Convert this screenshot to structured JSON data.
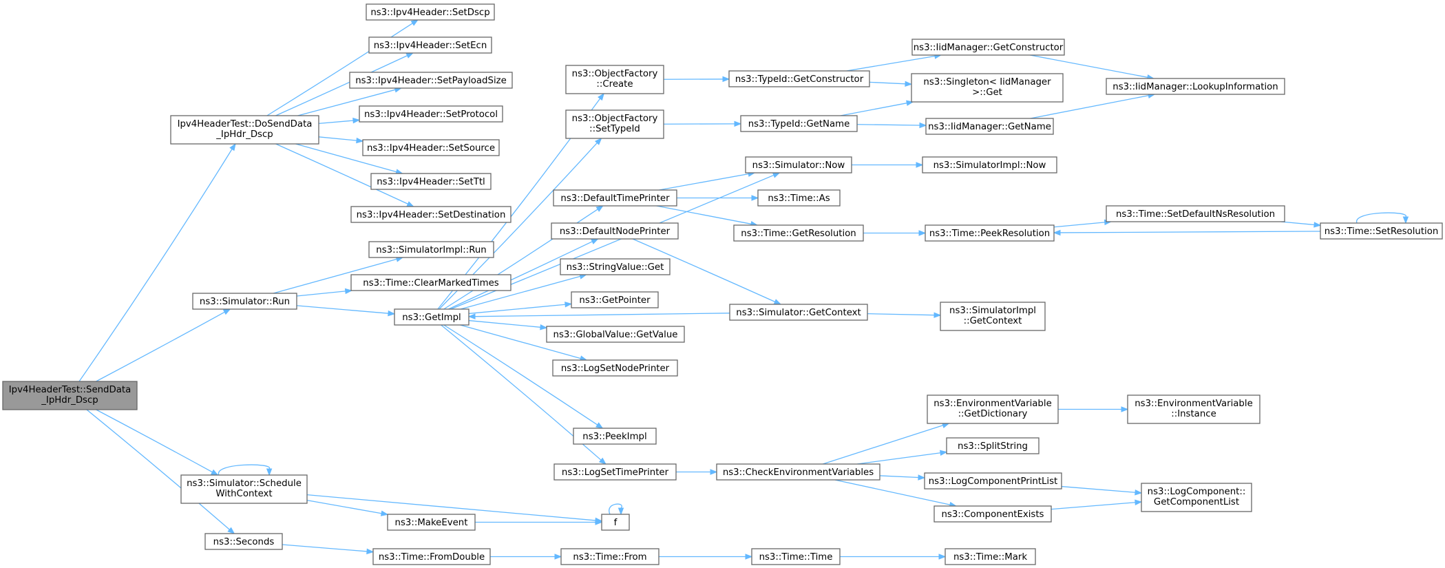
{
  "graph": {
    "nodes": [
      {
        "id": "root",
        "label": [
          "Ipv4HeaderTest::SendData",
          "_IpHdr_Dscp"
        ],
        "root": true
      },
      {
        "id": "doSend",
        "label": [
          "Ipv4HeaderTest::DoSendData",
          "_IpHdr_Dscp"
        ]
      },
      {
        "id": "setDscp",
        "label": [
          "ns3::Ipv4Header::SetDscp"
        ]
      },
      {
        "id": "setEcn",
        "label": [
          "ns3::Ipv4Header::SetEcn"
        ]
      },
      {
        "id": "setPayload",
        "label": [
          "ns3::Ipv4Header::SetPayloadSize"
        ]
      },
      {
        "id": "setProtocol",
        "label": [
          "ns3::Ipv4Header::SetProtocol"
        ]
      },
      {
        "id": "setSource",
        "label": [
          "ns3::Ipv4Header::SetSource"
        ]
      },
      {
        "id": "setTtl",
        "label": [
          "ns3::Ipv4Header::SetTtl"
        ]
      },
      {
        "id": "setDest",
        "label": [
          "ns3::Ipv4Header::SetDestination"
        ]
      },
      {
        "id": "simRun",
        "label": [
          "ns3::Simulator::Run"
        ]
      },
      {
        "id": "implRun",
        "label": [
          "ns3::SimulatorImpl::Run"
        ]
      },
      {
        "id": "clearMarked",
        "label": [
          "ns3::Time::ClearMarkedTimes"
        ]
      },
      {
        "id": "getImpl",
        "label": [
          "ns3::GetImpl"
        ]
      },
      {
        "id": "schedule",
        "label": [
          "ns3::Simulator::Schedule",
          "WithContext"
        ]
      },
      {
        "id": "seconds",
        "label": [
          "ns3::Seconds"
        ]
      },
      {
        "id": "ofCreate",
        "label": [
          "ns3::ObjectFactory",
          "::Create"
        ]
      },
      {
        "id": "ofSetType",
        "label": [
          "ns3::ObjectFactory",
          "::SetTypeId"
        ]
      },
      {
        "id": "defTime",
        "label": [
          "ns3::DefaultTimePrinter"
        ]
      },
      {
        "id": "defNode",
        "label": [
          "ns3::DefaultNodePrinter"
        ]
      },
      {
        "id": "strGet",
        "label": [
          "ns3::StringValue::Get"
        ]
      },
      {
        "id": "getPtr",
        "label": [
          "ns3::GetPointer"
        ]
      },
      {
        "id": "gvGet",
        "label": [
          "ns3::GlobalValue::GetValue"
        ]
      },
      {
        "id": "logNode",
        "label": [
          "ns3::LogSetNodePrinter"
        ]
      },
      {
        "id": "peekImpl",
        "label": [
          "ns3::PeekImpl"
        ]
      },
      {
        "id": "logTime",
        "label": [
          "ns3::LogSetTimePrinter"
        ]
      },
      {
        "id": "makeEvent",
        "label": [
          "ns3::MakeEvent"
        ]
      },
      {
        "id": "f",
        "label": [
          "f"
        ]
      },
      {
        "id": "fromDouble",
        "label": [
          "ns3::Time::FromDouble"
        ]
      },
      {
        "id": "timeFrom",
        "label": [
          "ns3::Time::From"
        ]
      },
      {
        "id": "timeTime",
        "label": [
          "ns3::Time::Time"
        ]
      },
      {
        "id": "timeMark",
        "label": [
          "ns3::Time::Mark"
        ]
      },
      {
        "id": "tidGetCons",
        "label": [
          "ns3::TypeId::GetConstructor"
        ]
      },
      {
        "id": "tidGetName",
        "label": [
          "ns3::TypeId::GetName"
        ]
      },
      {
        "id": "iidGetCons",
        "label": [
          "ns3::IidManager::GetConstructor"
        ]
      },
      {
        "id": "singleton",
        "label": [
          "ns3::Singleton< IidManager",
          ">::Get"
        ]
      },
      {
        "id": "iidGetName",
        "label": [
          "ns3::IidManager::GetName"
        ]
      },
      {
        "id": "iidLookup",
        "label": [
          "ns3::IidManager::LookupInformation"
        ]
      },
      {
        "id": "simNow",
        "label": [
          "ns3::Simulator::Now"
        ]
      },
      {
        "id": "implNow",
        "label": [
          "ns3::SimulatorImpl::Now"
        ]
      },
      {
        "id": "timeAs",
        "label": [
          "ns3::Time::As"
        ]
      },
      {
        "id": "getRes",
        "label": [
          "ns3::Time::GetResolution"
        ]
      },
      {
        "id": "peekRes",
        "label": [
          "ns3::Time::PeekResolution"
        ]
      },
      {
        "id": "setDefRes",
        "label": [
          "ns3::Time::SetDefaultNsResolution"
        ]
      },
      {
        "id": "setRes",
        "label": [
          "ns3::Time::SetResolution"
        ]
      },
      {
        "id": "simGetCtx",
        "label": [
          "ns3::Simulator::GetContext"
        ]
      },
      {
        "id": "implGetCtx",
        "label": [
          "ns3::SimulatorImpl",
          "::GetContext"
        ]
      },
      {
        "id": "checkEnv",
        "label": [
          "ns3::CheckEnvironmentVariables"
        ]
      },
      {
        "id": "envGetDict",
        "label": [
          "ns3::EnvironmentVariable",
          "::GetDictionary"
        ]
      },
      {
        "id": "envInst",
        "label": [
          "ns3::EnvironmentVariable",
          "::Instance"
        ]
      },
      {
        "id": "splitStr",
        "label": [
          "ns3::SplitString"
        ]
      },
      {
        "id": "logCompPrint",
        "label": [
          "ns3::LogComponentPrintList"
        ]
      },
      {
        "id": "compExists",
        "label": [
          "ns3::ComponentExists"
        ]
      },
      {
        "id": "logCompList",
        "label": [
          "ns3::LogComponent::",
          "GetComponentList"
        ]
      }
    ],
    "edges": [
      [
        "root",
        "doSend"
      ],
      [
        "root",
        "simRun"
      ],
      [
        "root",
        "schedule"
      ],
      [
        "root",
        "seconds"
      ],
      [
        "doSend",
        "setDscp"
      ],
      [
        "doSend",
        "setEcn"
      ],
      [
        "doSend",
        "setPayload"
      ],
      [
        "doSend",
        "setProtocol"
      ],
      [
        "doSend",
        "setSource"
      ],
      [
        "doSend",
        "setTtl"
      ],
      [
        "doSend",
        "setDest"
      ],
      [
        "simRun",
        "implRun"
      ],
      [
        "simRun",
        "clearMarked"
      ],
      [
        "simRun",
        "getImpl"
      ],
      [
        "getImpl",
        "ofCreate"
      ],
      [
        "getImpl",
        "ofSetType"
      ],
      [
        "getImpl",
        "simNow"
      ],
      [
        "getImpl",
        "defTime"
      ],
      [
        "getImpl",
        "defNode"
      ],
      [
        "getImpl",
        "strGet"
      ],
      [
        "getImpl",
        "getPtr"
      ],
      [
        "getImpl",
        "gvGet"
      ],
      [
        "getImpl",
        "logNode"
      ],
      [
        "getImpl",
        "peekImpl"
      ],
      [
        "getImpl",
        "logTime"
      ],
      [
        "simGetCtx",
        "getImpl"
      ],
      [
        "schedule",
        "schedule"
      ],
      [
        "schedule",
        "makeEvent"
      ],
      [
        "schedule",
        "f"
      ],
      [
        "makeEvent",
        "f"
      ],
      [
        "f",
        "f"
      ],
      [
        "seconds",
        "fromDouble"
      ],
      [
        "fromDouble",
        "timeFrom"
      ],
      [
        "timeFrom",
        "timeTime"
      ],
      [
        "timeTime",
        "timeMark"
      ],
      [
        "ofCreate",
        "tidGetCons"
      ],
      [
        "ofSetType",
        "tidGetName"
      ],
      [
        "tidGetCons",
        "iidGetCons"
      ],
      [
        "tidGetCons",
        "singleton"
      ],
      [
        "tidGetName",
        "singleton"
      ],
      [
        "tidGetName",
        "iidGetName"
      ],
      [
        "iidGetCons",
        "iidLookup"
      ],
      [
        "iidGetName",
        "iidLookup"
      ],
      [
        "simNow",
        "implNow"
      ],
      [
        "defTime",
        "simNow"
      ],
      [
        "defTime",
        "timeAs"
      ],
      [
        "defTime",
        "getRes"
      ],
      [
        "getRes",
        "peekRes"
      ],
      [
        "peekRes",
        "setDefRes"
      ],
      [
        "setDefRes",
        "setRes"
      ],
      [
        "setRes",
        "peekRes"
      ],
      [
        "setRes",
        "setRes"
      ],
      [
        "defNode",
        "simGetCtx"
      ],
      [
        "simGetCtx",
        "implGetCtx"
      ],
      [
        "logTime",
        "checkEnv"
      ],
      [
        "checkEnv",
        "envGetDict"
      ],
      [
        "checkEnv",
        "splitStr"
      ],
      [
        "checkEnv",
        "logCompPrint"
      ],
      [
        "checkEnv",
        "compExists"
      ],
      [
        "envGetDict",
        "envInst"
      ],
      [
        "logCompPrint",
        "logCompList"
      ],
      [
        "compExists",
        "logCompList"
      ]
    ]
  }
}
